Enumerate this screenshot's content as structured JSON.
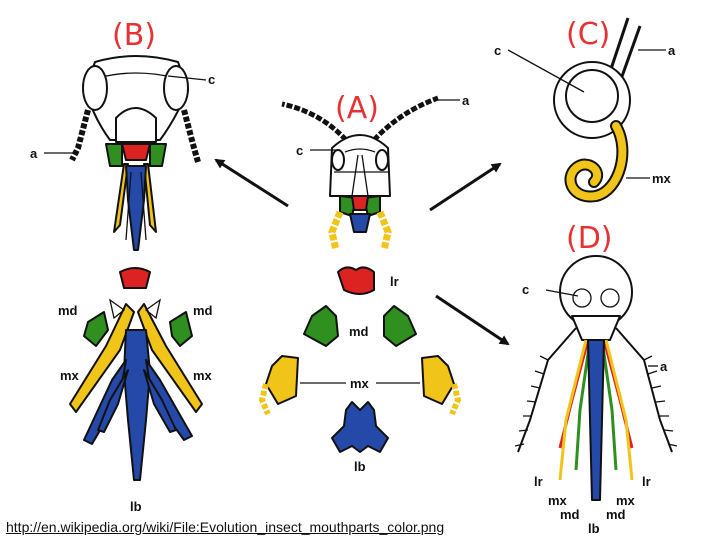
{
  "panels": {
    "b": "(B)",
    "c": "(C)",
    "a": "(A)",
    "d": "(D)"
  },
  "labels": {
    "b_c": "c",
    "b_a": "a",
    "b_md_left": "md",
    "b_md_right": "md",
    "b_mx_left": "mx",
    "b_mx_right": "mx",
    "b_lb": "lb",
    "a_a": "a",
    "a_c": "c",
    "a_lr": "lr",
    "a_md": "md",
    "a_mx": "mx",
    "a_lb": "lb",
    "c_c": "c",
    "c_a": "a",
    "c_mx": "mx",
    "d_c": "c",
    "d_a": "a",
    "d_lr_left": "lr",
    "d_lr_right": "lr",
    "d_mx_left": "mx",
    "d_mx_right": "mx",
    "d_md_left": "md",
    "d_md_right": "md",
    "d_lb": "lb"
  },
  "source_url": "http://en.wikipedia.org/wiki/File:Evolution_insect_mouthparts_color.png",
  "colors": {
    "labrum": "#dd2222",
    "mandible": "#2f8f1f",
    "maxilla": "#f0c419",
    "labium": "#2449a8",
    "panel_letter": "#e63232"
  }
}
